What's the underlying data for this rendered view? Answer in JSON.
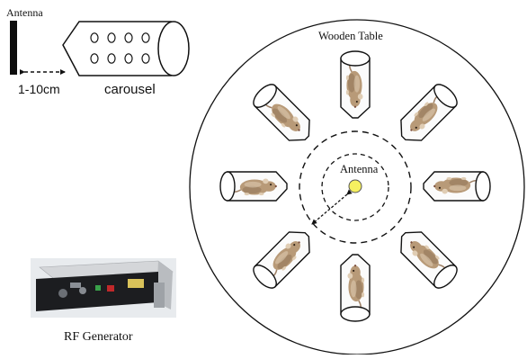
{
  "labels": {
    "antenna_top": "Antenna",
    "distance": "1-10cm",
    "carousel": "carousel",
    "table": "Wooden Table",
    "antenna_center": "Antenna",
    "rf_generator": "RF Generator"
  },
  "colors": {
    "line": "#111111",
    "antenna_bar": "#0d0d0d",
    "antenna_center_fill": "#f6f060",
    "mouse_body": "#b89a78",
    "mouse_shade": "#8f7457",
    "mouse_light": "#e0cdb4",
    "tube_fill": "#fbfbfb",
    "device_body": "#d4d6d9",
    "device_panel": "#1c1d20"
  },
  "carousel": {
    "tube_count": 8,
    "icons": "mouse-in-restrainer-tube"
  }
}
